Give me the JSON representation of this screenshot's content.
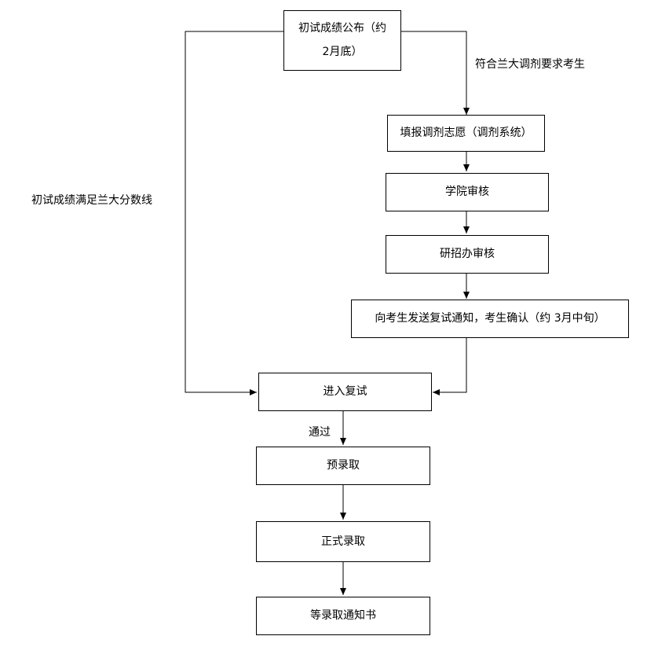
{
  "nodes": {
    "announce_line1": "初试成绩公布（约",
    "announce_line2": "2月底）",
    "fill_wish": "填报调剂志愿（调剂系统）",
    "college_review": "学院审核",
    "office_review": "研招办审核",
    "send_notice": "向考生发送复试通知，考生确认（约 3月中旬）",
    "retest": "进入复试",
    "pre_admit": "预录取",
    "formal_admit": "正式录取",
    "wait_notice": "等录取通知书"
  },
  "edge_labels": {
    "meets_requirement": "符合兰大调剂要求考生",
    "meets_score_line": "初试成绩满足兰大分数线",
    "passed": "通过"
  }
}
